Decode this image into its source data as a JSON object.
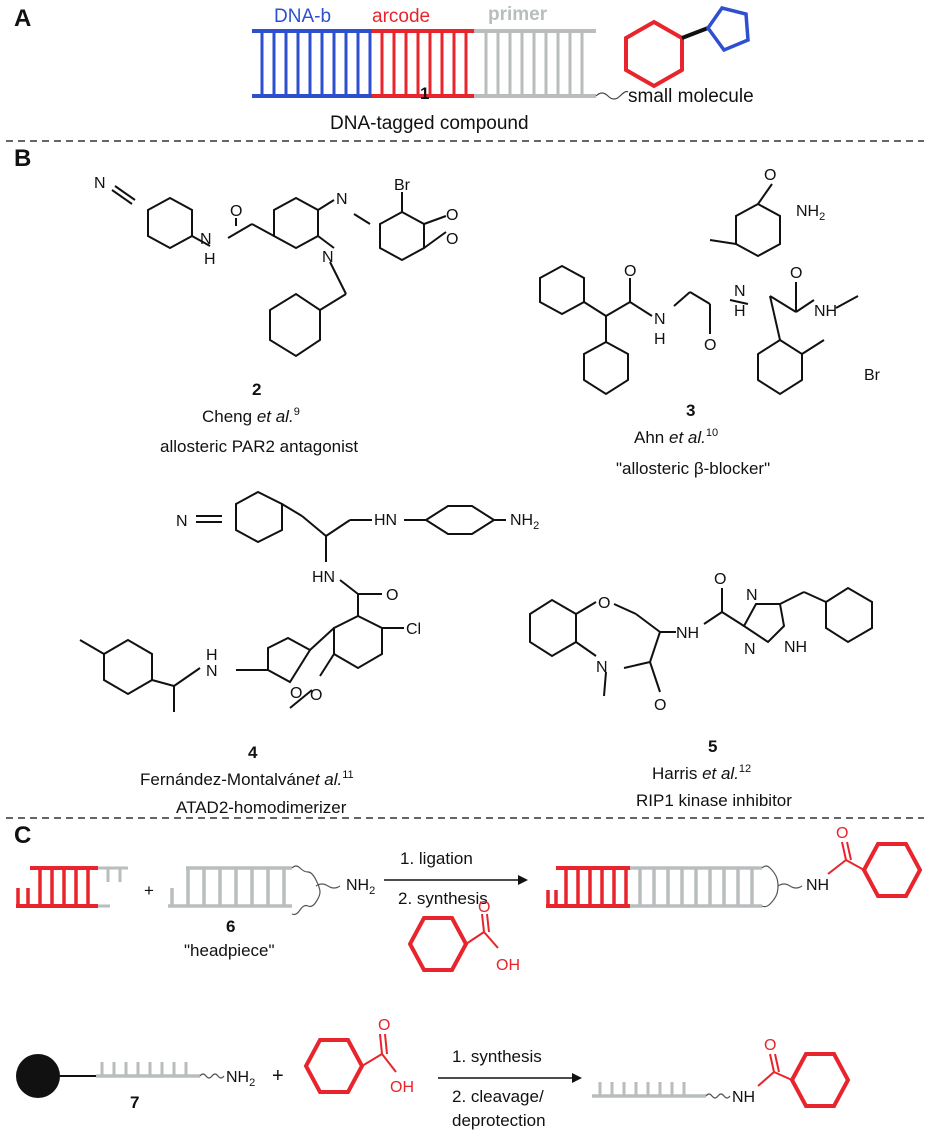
{
  "sections": {
    "a": "A",
    "b": "B",
    "c": "C"
  },
  "panel_a": {
    "dna_barcode_blue": "DNA-b",
    "dna_barcode_red": "arcode",
    "primer": "primer",
    "compound_num": "1",
    "small_molecule": "small molecule",
    "caption": "DNA-tagged compound"
  },
  "panel_b": {
    "c2": {
      "num": "2",
      "author": "Cheng ",
      "etal": "et al.",
      "ref": "9",
      "desc": "allosteric PAR2 antagonist"
    },
    "c3": {
      "num": "3",
      "author": "Ahn ",
      "etal": "et al.",
      "ref": "10",
      "desc": "\"allosteric β-blocker\""
    },
    "c4": {
      "num": "4",
      "author": "Fernández-Montalván",
      "etal": "et al.",
      "ref": "11",
      "desc": "ATAD2-homodimerizer"
    },
    "c5": {
      "num": "5",
      "author": "Harris ",
      "etal": "et al.",
      "ref": "12",
      "desc": "RIP1 kinase inhibitor"
    }
  },
  "atoms": {
    "n": "N",
    "h": "H",
    "o": "O",
    "br": "Br",
    "cl": "Cl",
    "nh": "NH",
    "hn": "HN",
    "nh2": "NH",
    "nh2_sub": "2",
    "oh": "OH"
  },
  "panel_c": {
    "plus": "+",
    "headpiece_num": "6",
    "headpiece": "\"headpiece\"",
    "step1_ligation": "1. ligation",
    "step2_synthesis": "2. synthesis",
    "resin_num": "7",
    "step1_synthesis": "1. synthesis",
    "step2_cleavage_a": "2. cleavage/",
    "step2_cleavage_b": "deprotection"
  },
  "colors": {
    "blue": "#2e4fd0",
    "red": "#e8242c",
    "grey": "#b9bdbd",
    "black": "#111111"
  }
}
